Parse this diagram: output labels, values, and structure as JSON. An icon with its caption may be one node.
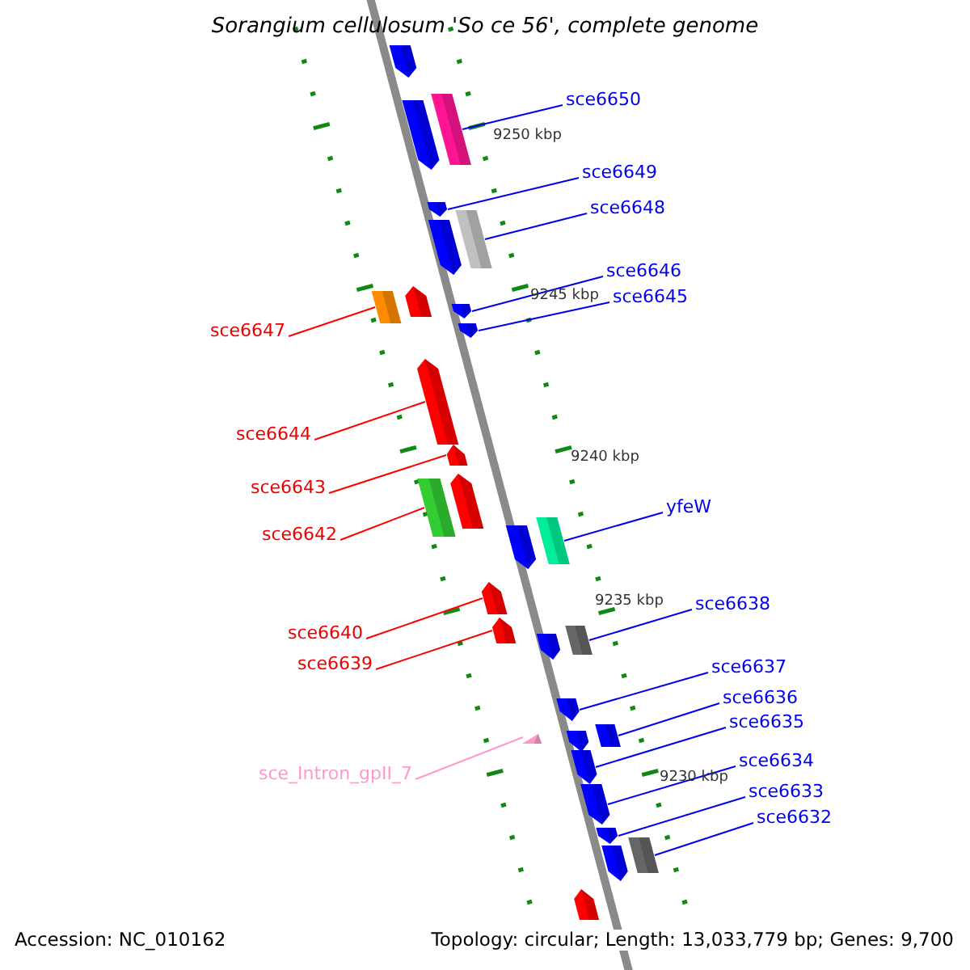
{
  "diagram": {
    "title": "Sorangium cellulosum 'So ce 56', complete genome",
    "nodes": [
      {
        "text": [
          "sce6650"
        ]
      },
      {
        "text": [
          "sce6649"
        ]
      },
      {
        "text": [
          "sce6648"
        ]
      },
      {
        "text": [
          "sce6646"
        ]
      },
      {
        "text": [
          "sce6645"
        ]
      },
      {
        "text": [
          "sce6647"
        ]
      },
      {
        "text": [
          "sce6644"
        ]
      },
      {
        "text": [
          "sce6643"
        ]
      },
      {
        "text": [
          "sce6642"
        ]
      },
      {
        "text": [
          "yfeW"
        ]
      },
      {
        "text": [
          "sce6640"
        ]
      },
      {
        "text": [
          "sce6639"
        ]
      },
      {
        "text": [
          "sce6638"
        ]
      },
      {
        "text": [
          "sce6637"
        ]
      },
      {
        "text": [
          "sce6636"
        ]
      },
      {
        "text": [
          "sce6635"
        ]
      },
      {
        "text": [
          "sce6634"
        ]
      },
      {
        "text": [
          "sce6633"
        ]
      },
      {
        "text": [
          "sce6632"
        ]
      },
      {
        "text": [
          "sce_Intron_gpII_7"
        ]
      },
      {
        "text": [],
        "shape": "arrow"
      },
      {
        "text": [],
        "shape": "arrow"
      },
      {
        "text": [],
        "shape": "box"
      },
      {
        "text": [],
        "shape": "arrow"
      },
      {
        "text": [],
        "shape": "arrow"
      },
      {
        "text": [],
        "shape": "box"
      },
      {
        "text": [],
        "shape": "box"
      },
      {
        "text": [],
        "shape": "arrow"
      },
      {
        "text": [],
        "shape": "arrow"
      },
      {
        "text": [],
        "shape": "arrow"
      },
      {
        "text": [],
        "shape": "arrow"
      },
      {
        "text": [],
        "shape": "arrow"
      },
      {
        "text": [],
        "shape": "box"
      },
      {
        "text": [],
        "shape": "arrow"
      },
      {
        "text": [],
        "shape": "arrow"
      },
      {
        "text": [],
        "shape": "box"
      },
      {
        "text": [],
        "shape": "arrow"
      },
      {
        "text": [],
        "shape": "arrow"
      },
      {
        "text": [],
        "shape": "arrow"
      },
      {
        "text": [],
        "shape": "box"
      },
      {
        "text": [],
        "shape": "arrow"
      },
      {
        "text": [],
        "shape": "arrow"
      },
      {
        "text": [],
        "shape": "arrow"
      },
      {
        "text": [],
        "shape": "box"
      },
      {
        "text": [],
        "shape": "arrow"
      },
      {
        "text": [],
        "shape": "arrow"
      },
      {
        "text": [],
        "shape": "arrow"
      },
      {
        "text": [],
        "shape": "arrow"
      },
      {
        "text": [],
        "shape": "box"
      },
      {
        "text": [],
        "shape": "arrow"
      }
    ],
    "edges": [
      {
        "from": 0,
        "to": 22,
        "arrow": "none"
      },
      {
        "from": 1,
        "to": 23,
        "arrow": "none"
      },
      {
        "from": 2,
        "to": 25,
        "arrow": "none"
      },
      {
        "from": 3,
        "to": 28,
        "arrow": "none"
      },
      {
        "from": 4,
        "to": 29,
        "arrow": "none"
      },
      {
        "from": 5,
        "to": 26,
        "arrow": "none",
        "color": "#ff0000"
      },
      {
        "from": 6,
        "to": 30,
        "arrow": "none",
        "color": "#ff0000"
      },
      {
        "from": 7,
        "to": 31,
        "arrow": "none",
        "color": "#ff0000"
      },
      {
        "from": 8,
        "to": 32,
        "arrow": "none",
        "color": "#ff0000"
      },
      {
        "from": 9,
        "to": 35,
        "arrow": "none"
      },
      {
        "from": 10,
        "to": 36,
        "arrow": "none",
        "color": "#ff0000"
      },
      {
        "from": 11,
        "to": 37,
        "arrow": "none",
        "color": "#ff0000"
      },
      {
        "from": 12,
        "to": 39,
        "arrow": "none"
      },
      {
        "from": 13,
        "to": 41,
        "arrow": "none"
      },
      {
        "from": 14,
        "to": 43,
        "arrow": "none"
      },
      {
        "from": 15,
        "to": 44,
        "arrow": "none"
      },
      {
        "from": 16,
        "to": 45,
        "arrow": "none"
      },
      {
        "from": 17,
        "to": 46,
        "arrow": "none"
      },
      {
        "from": 18,
        "to": 48,
        "arrow": "none"
      },
      {
        "from": 19,
        "to": 40,
        "arrow": "none",
        "color": "#ff99cc"
      }
    ],
    "labels": [
      "9250 kbp",
      "9245 kbp",
      "9240 kbp",
      "9235 kbp",
      "9230 kbp",
      "Accession: NC_010162",
      "Topology: circular; Length: 13,033,779 bp; Genes: 9,700"
    ]
  }
}
